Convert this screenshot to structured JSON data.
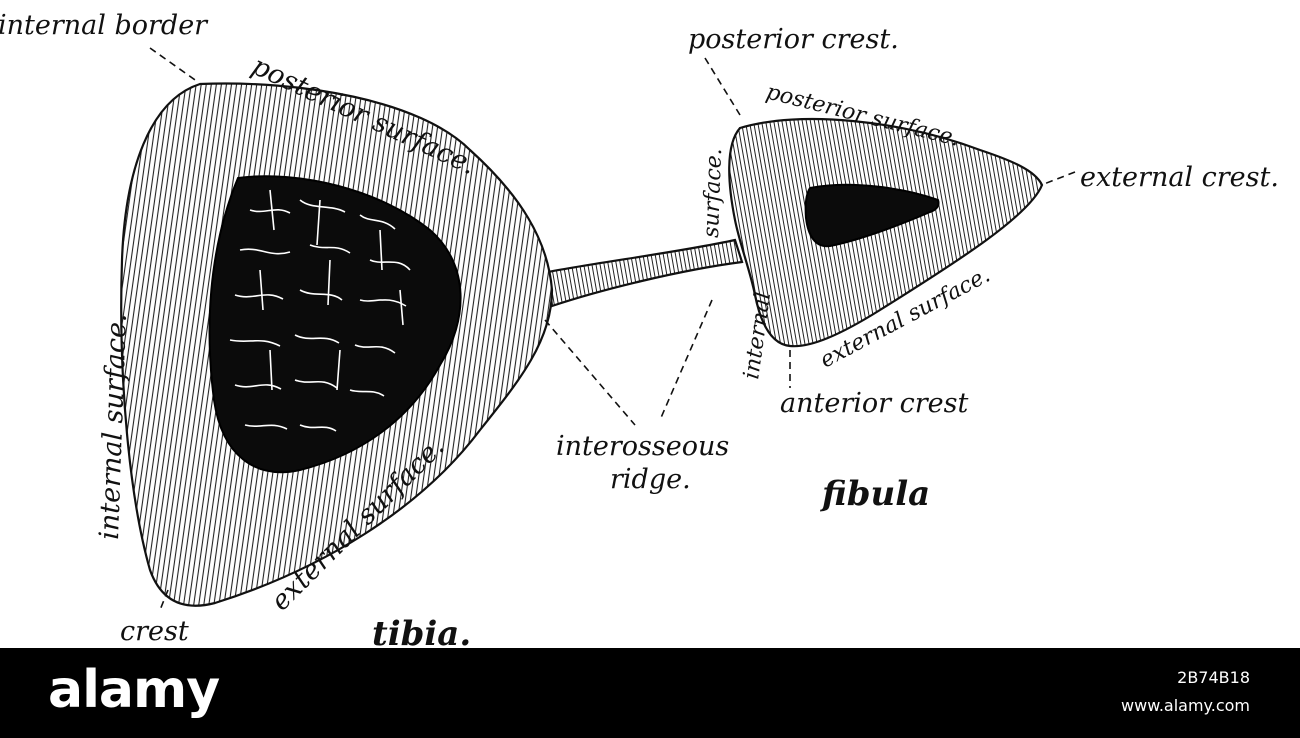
{
  "labels": {
    "internal_border": "internal border",
    "posterior_surface_tibia": "posterior surface.",
    "internal_surface": "internal surface.",
    "external_surface_tibia": "external surface.",
    "crest": "crest",
    "tibia": "tibia.",
    "posterior_crest": "posterior crest.",
    "posterior_surface_fibula": "posterior surface.",
    "external_crest": "external crest.",
    "surface": "surface.",
    "internal": "internal",
    "external_surface_fibula": "external surface.",
    "anterior_crest": "anterior crest",
    "interosseous": "interosseous",
    "ridge": "ridge.",
    "fibula": "fibula"
  },
  "footer": {
    "brand": "alamy",
    "image_id": "2B74B18",
    "url": "www.alamy.com"
  },
  "colors": {
    "ink": "#111111",
    "background": "#ffffff",
    "footer_bg": "#000000",
    "footer_text": "#ffffff"
  }
}
